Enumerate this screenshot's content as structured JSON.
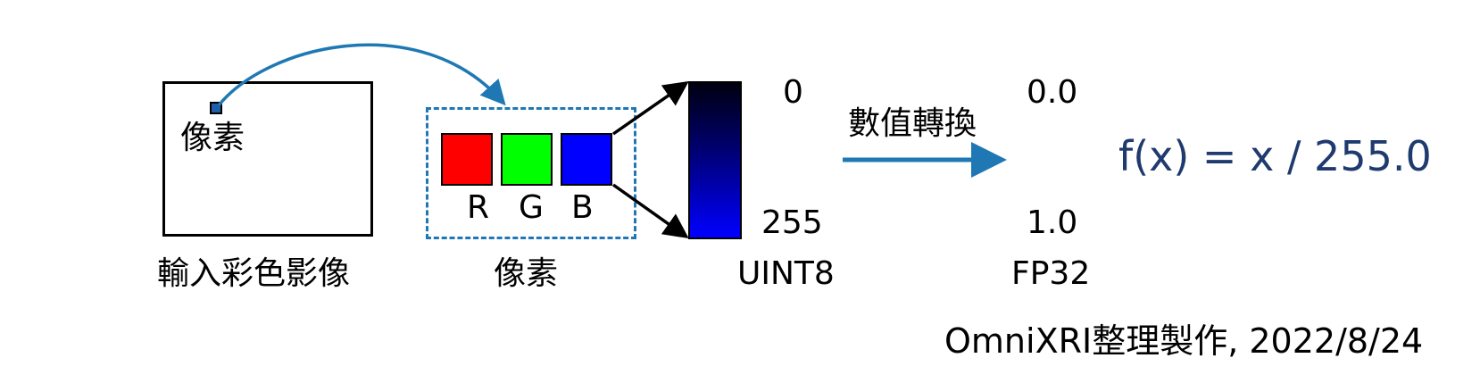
{
  "input_image": {
    "pixel_label": "像素",
    "caption": "輸入彩色影像"
  },
  "pixel": {
    "channels": [
      {
        "label": "R",
        "color": "#ff0000"
      },
      {
        "label": "G",
        "color": "#00ff00"
      },
      {
        "label": "B",
        "color": "#0000ff"
      }
    ],
    "caption": "像素"
  },
  "uint8": {
    "min_label": "0",
    "max_label": "255",
    "caption": "UINT8"
  },
  "conversion": {
    "label": "數值轉換"
  },
  "fp32": {
    "min_label": "0.0",
    "max_label": "1.0",
    "caption": "FP32"
  },
  "formula": "f(x) = x / 255.0",
  "credit": "OmniXRI整理製作, 2022/8/24",
  "colors": {
    "accent": "#1f78b4",
    "formula": "#1f3a6e"
  }
}
